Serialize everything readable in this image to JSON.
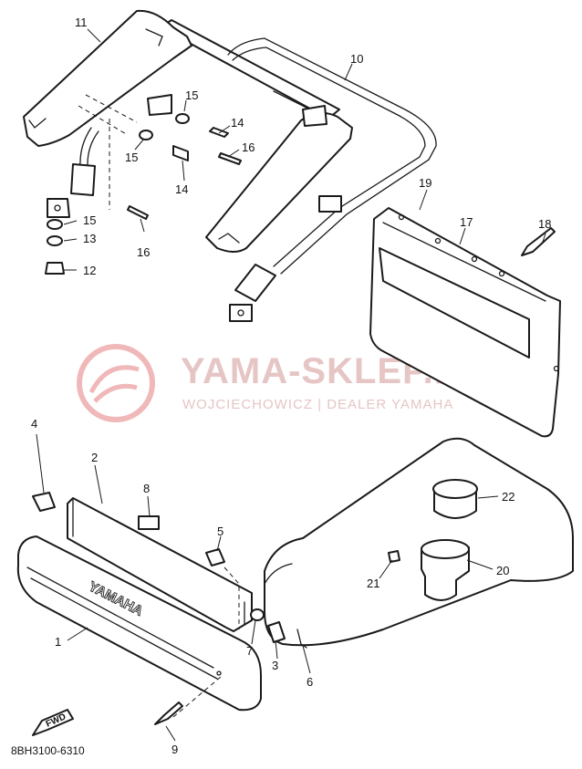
{
  "diagram": {
    "part_code": "8BH3100-6310",
    "fwd_label": "FWD",
    "emboss_text": "YAMAHA",
    "watermark": {
      "title": "YAMA-SKLEP.PL",
      "subtitle": "WOJCIECHOWICZ | DEALER YAMAHA"
    },
    "callouts": [
      "1",
      "2",
      "3",
      "4",
      "5",
      "6",
      "7",
      "8",
      "9",
      "10",
      "11",
      "12",
      "13",
      "14",
      "15",
      "16",
      "17",
      "18",
      "19",
      "20",
      "21",
      "22"
    ]
  }
}
